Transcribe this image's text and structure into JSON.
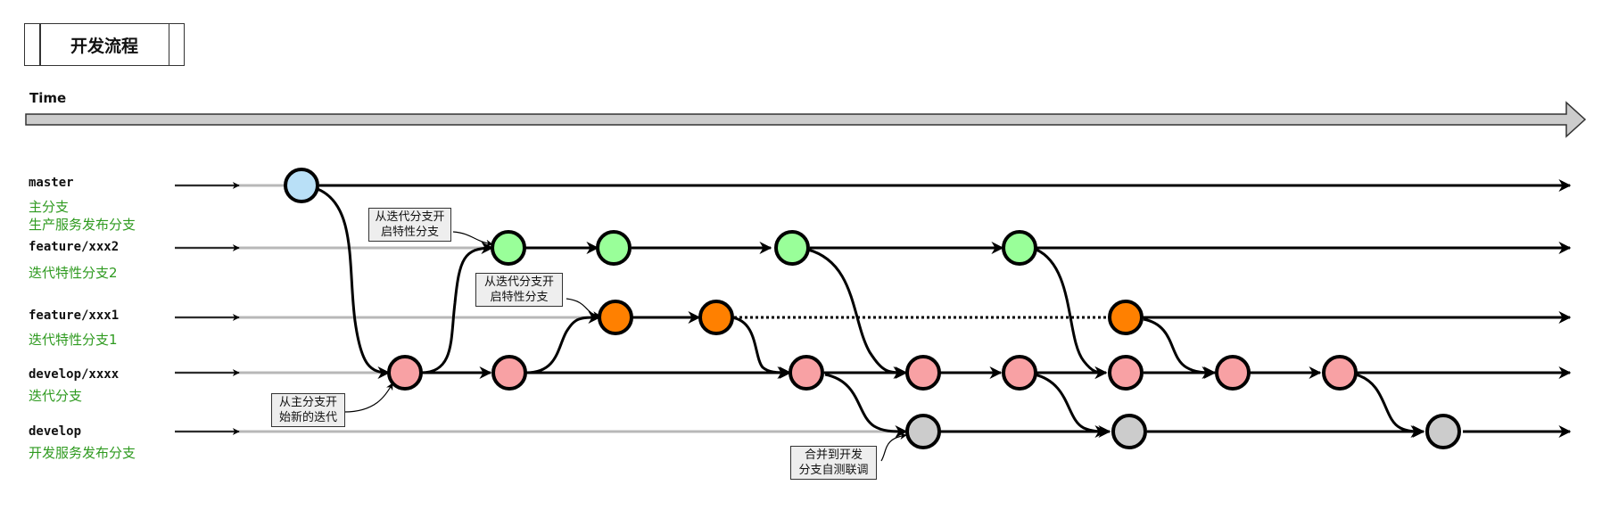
{
  "title": "开发流程",
  "time_label": "Time",
  "lanes": [
    {
      "name": "master",
      "desc": "主分支\n生产服务发布分支"
    },
    {
      "name": "feature/xxx2",
      "desc": "迭代特性分支2"
    },
    {
      "name": "feature/xxx1",
      "desc": "迭代特性分支1"
    },
    {
      "name": "develop/xxxx",
      "desc": "迭代分支"
    },
    {
      "name": "develop",
      "desc": "开发服务发布分支"
    }
  ],
  "notes": [
    {
      "text": "从迭代分支开\n启特性分支"
    },
    {
      "text": "从迭代分支开\n启特性分支"
    },
    {
      "text": "从主分支开\n始新的迭代"
    },
    {
      "text": "合并到开发\n分支自测联调"
    }
  ],
  "colors": {
    "master": "#b9e0f7",
    "feature2": "#99ff99",
    "feature1": "#ff8000",
    "develop_iter": "#f8a1a4",
    "develop": "#cccccc",
    "label_green": "#2e9a1f"
  }
}
